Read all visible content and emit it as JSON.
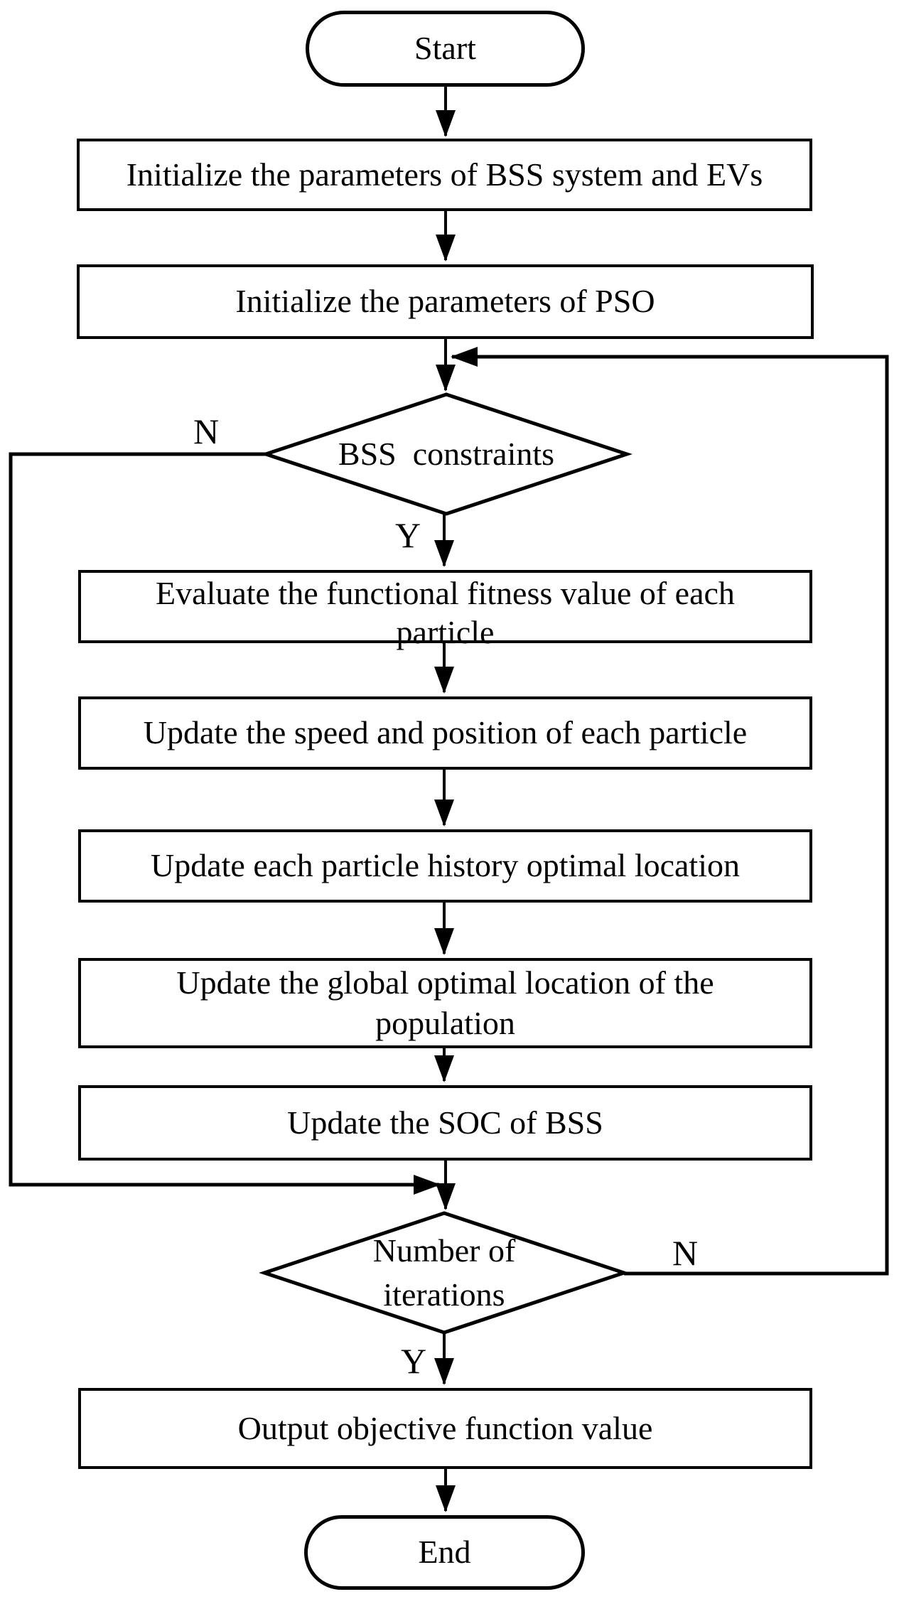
{
  "flowchart": {
    "nodes": {
      "start": {
        "label": "Start"
      },
      "init_bss": {
        "label": "Initialize the parameters of BSS system and EVs"
      },
      "init_pso": {
        "label": "Initialize the parameters of PSO"
      },
      "bss_constraints": {
        "label": "BSS  constraints"
      },
      "evaluate_fitness": {
        "line1": "Evaluate the functional fitness value of each",
        "line2": "particle"
      },
      "update_speed": {
        "label": "Update the speed and position of each particle"
      },
      "update_history": {
        "label": "Update each particle history optimal location"
      },
      "update_global": {
        "line1": "Update the global optimal location of the",
        "line2": "population"
      },
      "update_soc": {
        "label": "Update the SOC of BSS"
      },
      "iterations_check": {
        "line1": "Number of",
        "line2": "iterations"
      },
      "output": {
        "label": "Output objective function value"
      },
      "end": {
        "label": "End"
      }
    },
    "branch_labels": {
      "bss_no": "N",
      "bss_yes": "Y",
      "iter_no": "N",
      "iter_yes": "Y"
    },
    "colors": {
      "stroke": "#000000",
      "background": "#ffffff",
      "text": "#000000"
    }
  }
}
